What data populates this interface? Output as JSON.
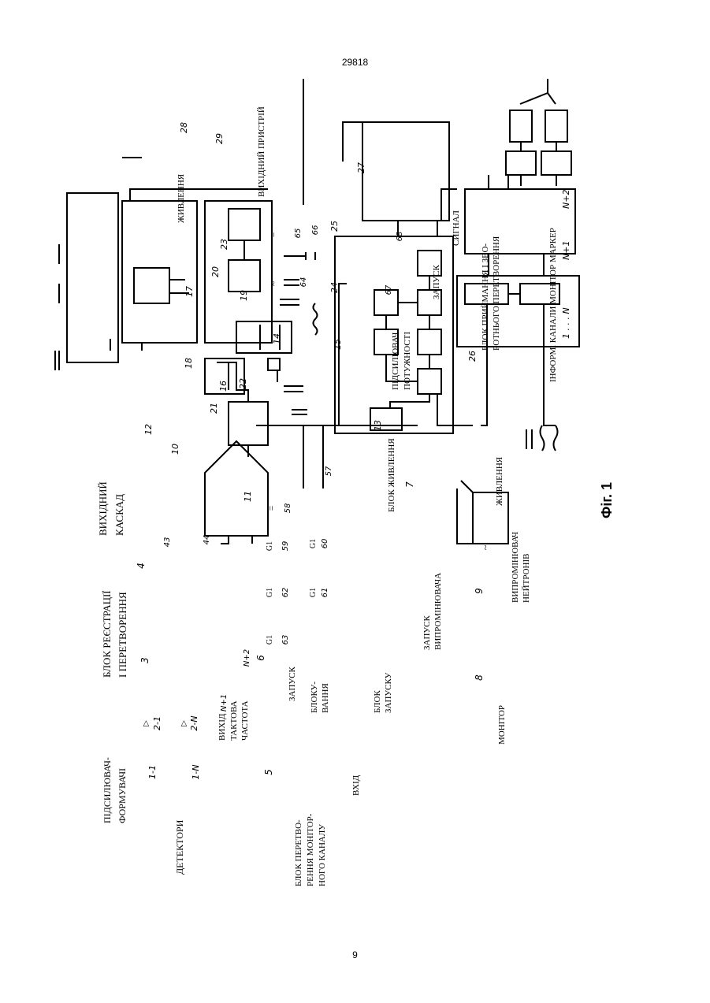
{
  "page": {
    "header": "29818",
    "footer": "9"
  },
  "figure": {
    "caption": "Фіг. 1",
    "labels": {
      "zhyvlennia_top": "ЖИВЛЕННЯ",
      "vykhidnyi_prystrii": "ВИХІДНИЙ ПРИСТРІЙ",
      "blok_reiestratsii": "БЛОК РЕЄСТРАЦІЇ",
      "i_peretvorennia": "І ПЕРЕТВОРЕННЯ",
      "vykhidnyi_kaskad_1": "ВИХІДНИЙ",
      "vykhidnyi_kaskad_2": "КАСКАД",
      "pidsyliuvach_formuvach_1": "ПІДСИЛЮВАЧ-",
      "pidsyliuvach_formuvach_2": "ФОРМУВАЧІ",
      "detektory": "ДЕТЕКТОРИ",
      "vykhid": "ВИХІД",
      "taktova_1": "ТАКТОВА",
      "taktova_2": "ЧАСТОТА",
      "zapusk_line": "ЗАПУСК",
      "blokuvannia_1": "БЛОКУ-",
      "blokuvannia_2": "ВАННЯ",
      "blok_zapusku_1": "БЛОК",
      "blok_zapusku_2": "ЗАПУСКУ",
      "blok_peretv_1": "БЛОК ПЕРЕТВО-",
      "blok_peretv_2": "РЕННЯ МОНІТОР-",
      "blok_peretv_3": "НОГО КАНАЛУ",
      "vkhid": "ВХІД",
      "monitor": "МОНІТОР",
      "zapusk_vyprom_1": "ЗАПУСК",
      "zapusk_vyprom_2": "ВИПРОМІНЮВАЧА",
      "vyprominiuvach_1": "ВИПРОМІНЮВАЧ",
      "vyprominiuvach_2": "НЕЙТРОНІВ",
      "zhyvlennia_right": "ЖИВЛЕННЯ",
      "blok_zhyvlennia": "БЛОК ЖИВЛЕННЯ",
      "pidsyliuvach_1": "ПІДСИЛЮВАЧ",
      "pidsyliuvach_2": "ПОТУЖНОСТІ",
      "zapusk_right": "ЗАПУСК",
      "syhnal": "СИГНАЛ",
      "blok_pryimannia_1": "БЛОК ПРИЙМАННЯ І ЗВО-",
      "blok_pryimannia_2": "РОТНЬОГО ПЕРЕТВОРЕННЯ",
      "inform_kanaly": "ІНФОРМ. КАНАЛИ  МОНІТОР  МАРКЕР",
      "channel_range": "1 . . .  N",
      "channel_n1": "N+1",
      "channel_n2": "N+2"
    },
    "blocks": {
      "b1_1": "1-1",
      "b1_n": "1-N",
      "b2_1": "2-1",
      "b2_n": "2-N",
      "b3": "3",
      "b4": "4",
      "b5": "5",
      "b6": "6",
      "b7": "7",
      "b8": "8",
      "b9": "9",
      "b24": "24",
      "b25": "25",
      "b26": "26",
      "g1": "G1",
      "b43": "43",
      "b44": "44",
      "b57": "57",
      "b58": "58",
      "b59": "59",
      "b60": "60",
      "b61": "61",
      "b62": "62",
      "b63": "63",
      "b64": "64",
      "b65": "65",
      "b67": "67"
    },
    "numbers": {
      "n10": "10",
      "n11": "11",
      "n12": "12",
      "n13": "13",
      "n14": "14",
      "n15": "15",
      "n16": "16",
      "n17": "17",
      "n18": "18",
      "n19": "19",
      "n20": "20",
      "n21": "21",
      "n22": "22",
      "n23": "23",
      "n27": "27",
      "n28": "28",
      "n29": "29",
      "n66": "66",
      "n68": "68",
      "nN1": "N+1",
      "nN2": "N+2"
    },
    "symbols": {
      "approx": "≈",
      "eq": "=",
      "tri": "▷",
      "tilde": "~"
    }
  }
}
